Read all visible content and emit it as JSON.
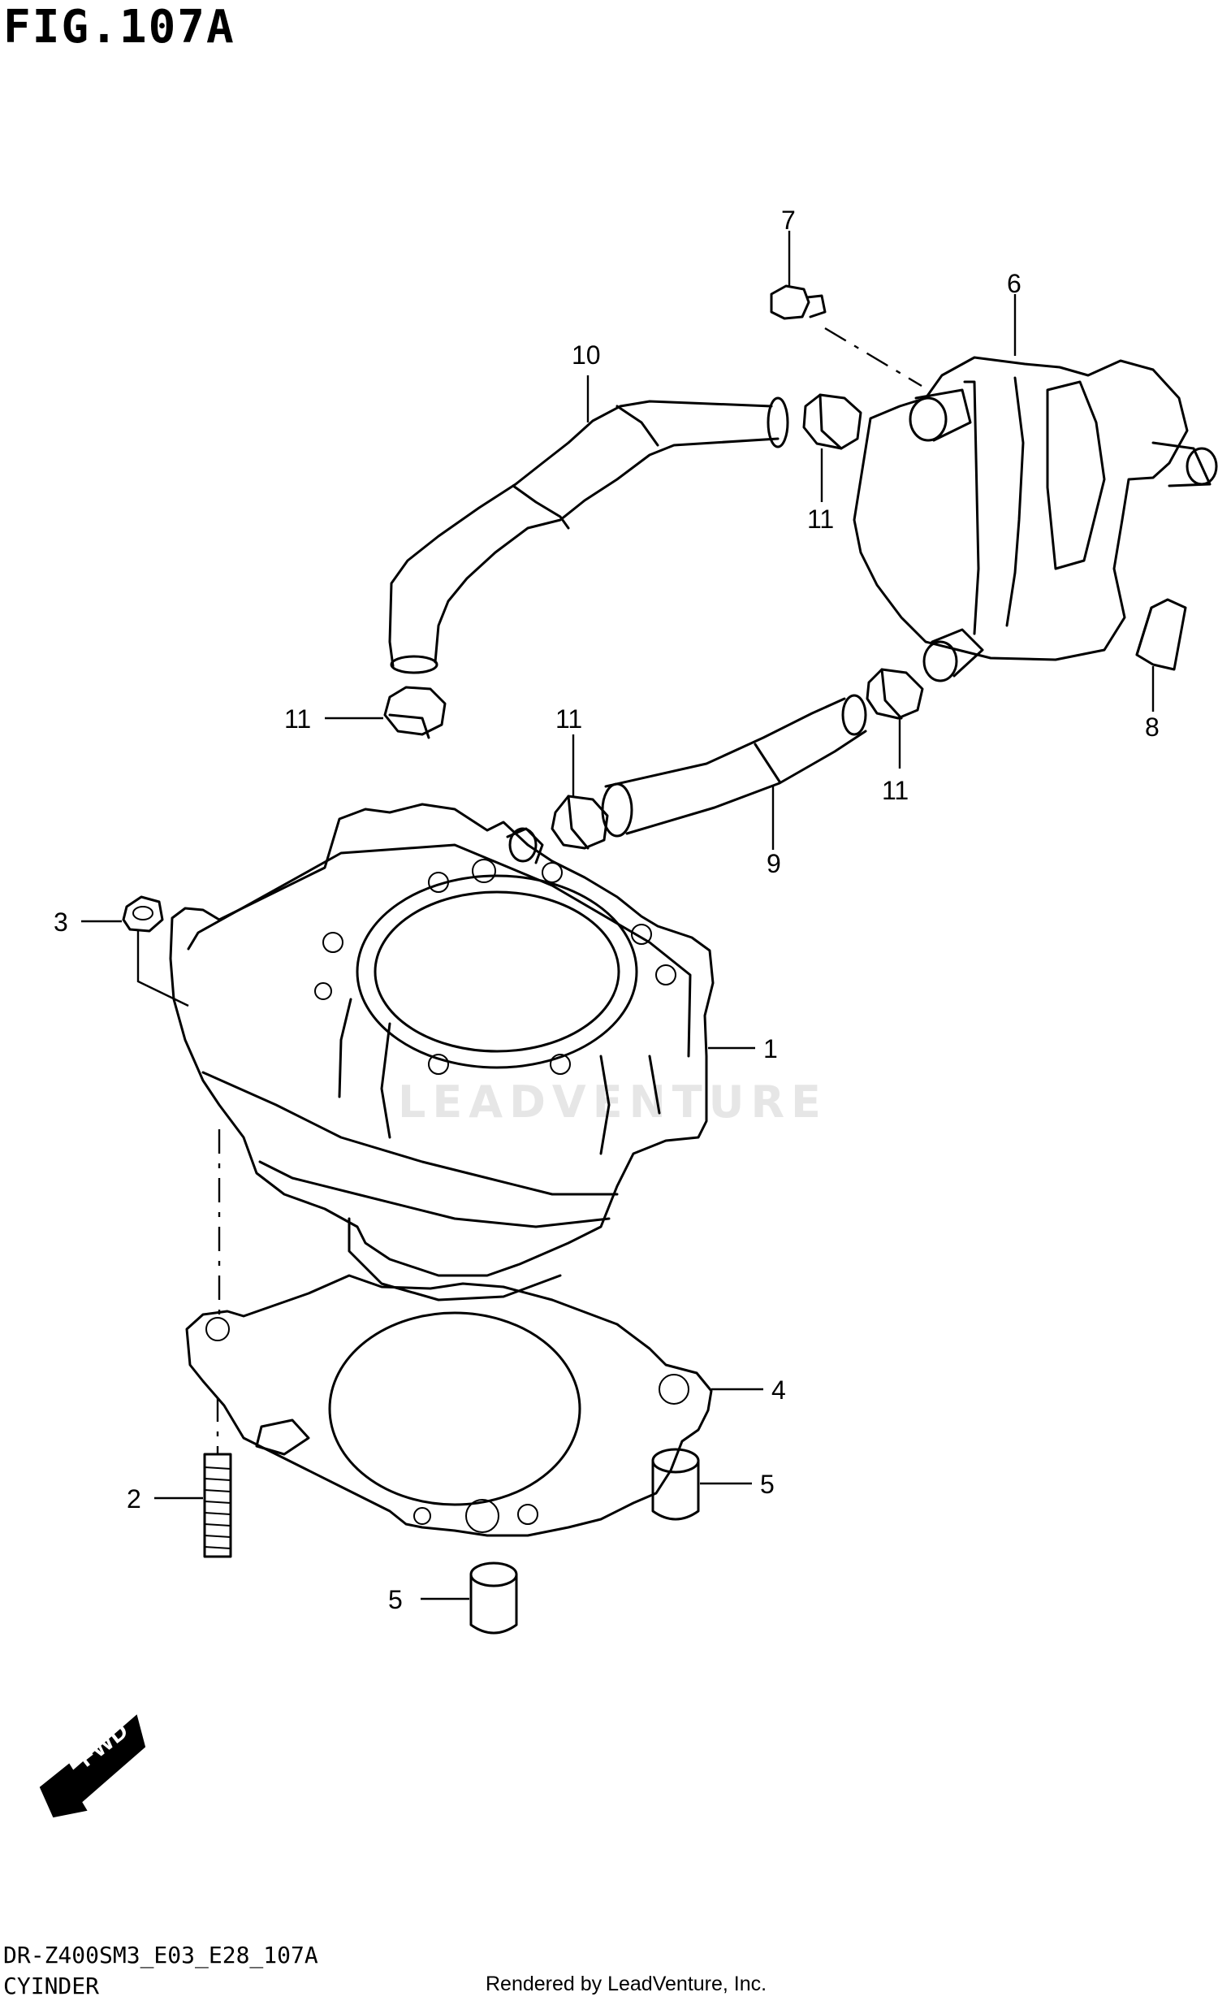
{
  "figure": {
    "title": "FIG.107A",
    "code": "DR-Z400SM3_E03_E28_107A",
    "name": "CYINDER",
    "credit": "Rendered by LeadVenture, Inc.",
    "watermark": "LEADVENTURE",
    "fwd_label": "FWD"
  },
  "callouts": {
    "c1": "1",
    "c2": "2",
    "c3": "3",
    "c4": "4",
    "c5a": "5",
    "c5b": "5",
    "c6": "6",
    "c7": "7",
    "c8": "8",
    "c9": "9",
    "c10": "10",
    "c11a": "11",
    "c11b": "11",
    "c11c": "11",
    "c11d": "11"
  }
}
